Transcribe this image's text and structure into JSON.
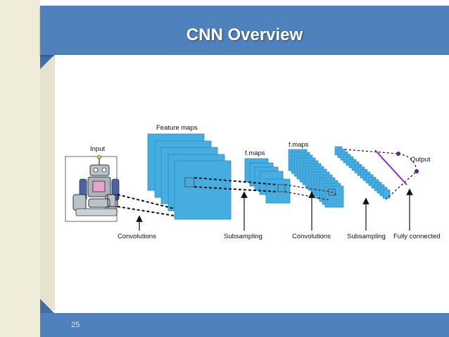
{
  "slide": {
    "title": "CNN Overview",
    "page_number": "25"
  },
  "diagram": {
    "input_label": "Input",
    "feature_maps_label": "Feature maps",
    "fmaps_label_1": "f.maps",
    "fmaps_label_2": "f.maps",
    "output_label": "Output",
    "stages": {
      "convolutions_1": "Convolutions",
      "subsampling_1": "Subsampling",
      "convolutions_2": "Convolutions",
      "subsampling_2": "Subsampling",
      "fully_connected": "Fully connected"
    }
  },
  "colors": {
    "title_bar": "#4f81bd",
    "map_fill": "#45ade0",
    "output_line": "#8a2be2"
  }
}
